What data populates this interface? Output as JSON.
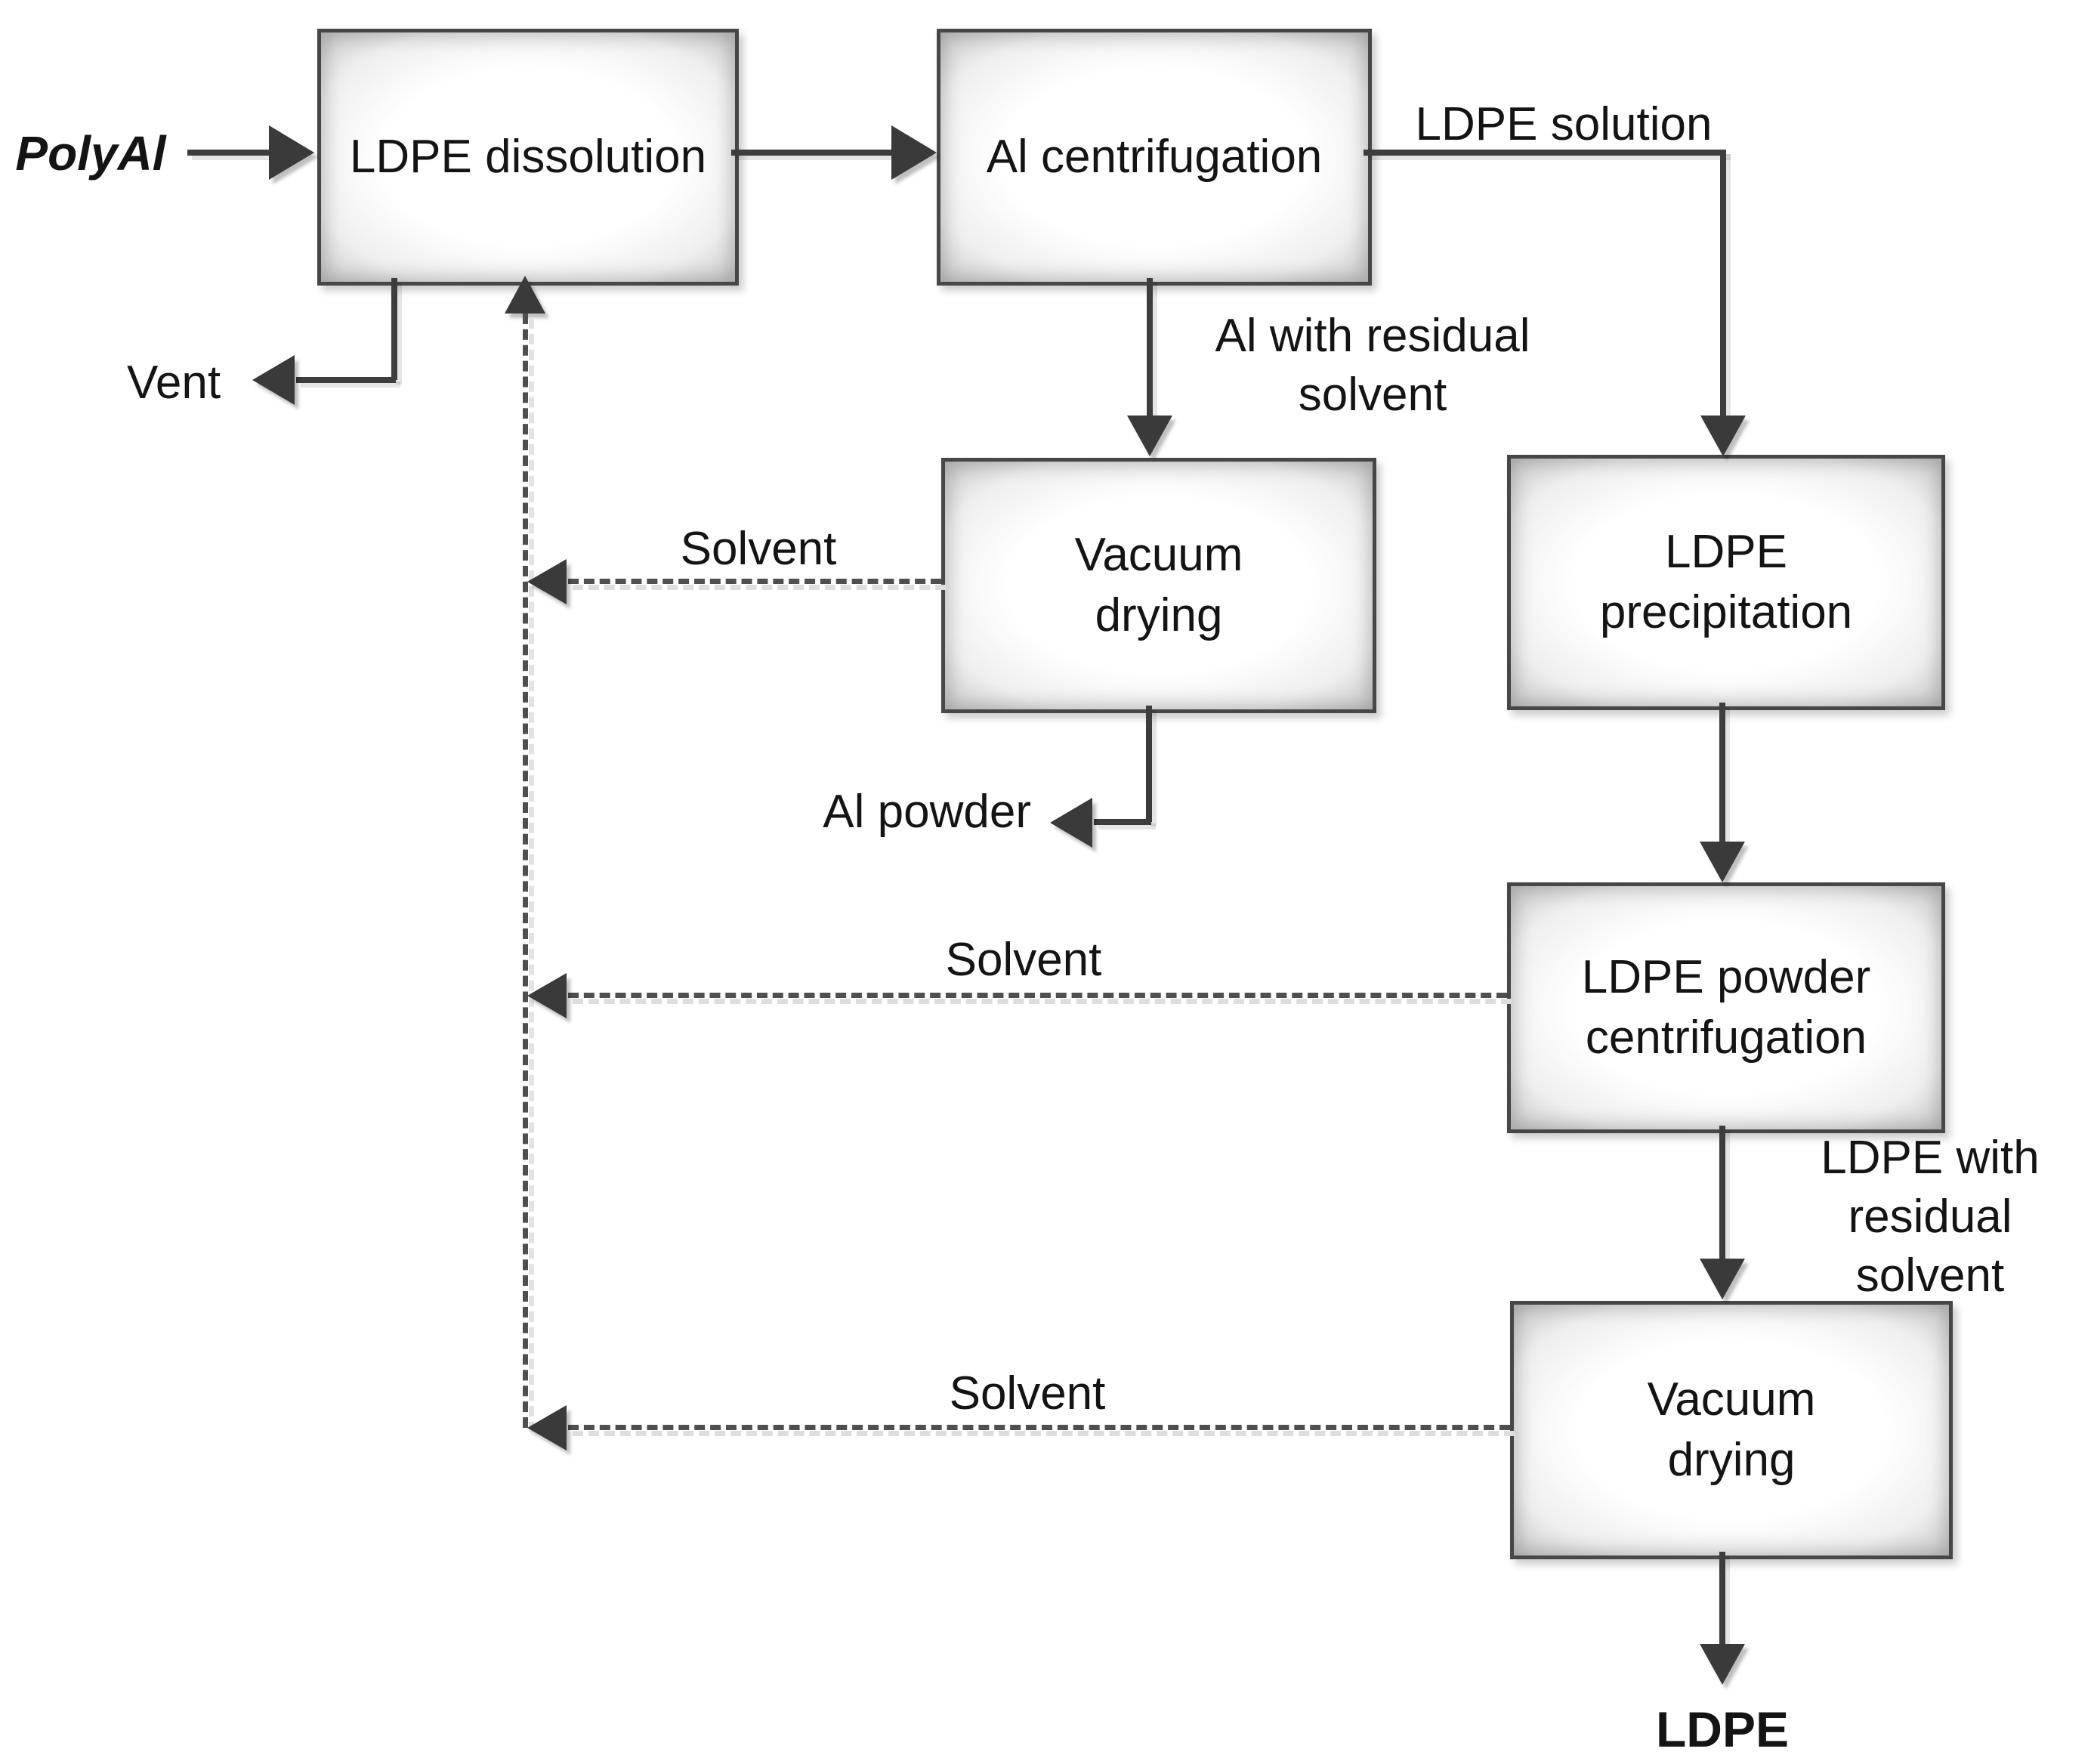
{
  "diagram": {
    "type": "process-flow",
    "input_label": "PolyAl",
    "output_label": "LDPE",
    "nodes": [
      {
        "id": "ldpe-dissolution",
        "label": "LDPE dissolution"
      },
      {
        "id": "al-centrifugation",
        "label": "Al centrifugation"
      },
      {
        "id": "vacuum-drying-1",
        "label": "Vacuum drying"
      },
      {
        "id": "ldpe-precipitation",
        "label": "LDPE precipitation"
      },
      {
        "id": "ldpe-powder-centrifugation",
        "label": "LDPE powder centrifugation"
      },
      {
        "id": "vacuum-drying-2",
        "label": "Vacuum drying"
      }
    ],
    "edge_labels": {
      "ldpe_solution": "LDPE solution",
      "al_with_residual_solvent": "Al with residual solvent",
      "vent": "Vent",
      "solvent_1": "Solvent",
      "solvent_2": "Solvent",
      "solvent_3": "Solvent",
      "al_powder": "Al powder",
      "ldpe_with_residual_solvent": "LDPE with residual solvent"
    },
    "colors": {
      "background": "#ffffff",
      "line": "#3d3d3d",
      "dashed_line": "#4f4f4f",
      "box_border": "#474747",
      "box_fill": "#ffffff",
      "text": "#141414"
    }
  }
}
